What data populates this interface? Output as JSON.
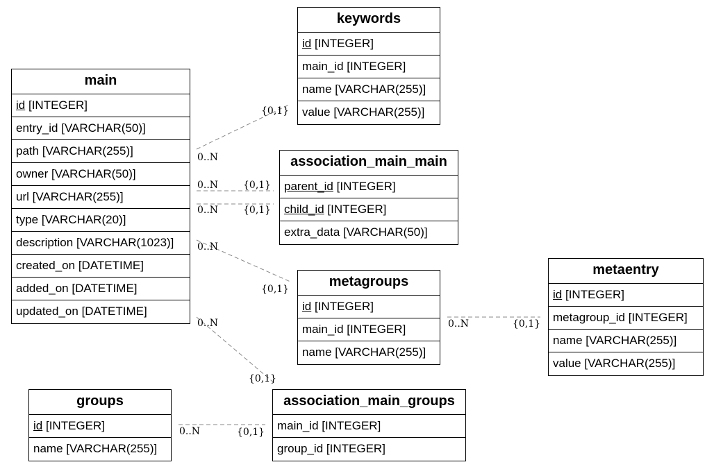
{
  "entities": {
    "main": {
      "title": "main",
      "columns": [
        {
          "name": "id",
          "type": "[INTEGER]",
          "pk": true
        },
        {
          "name": "entry_id",
          "type": "[VARCHAR(50)]",
          "pk": false
        },
        {
          "name": "path",
          "type": "[VARCHAR(255)]",
          "pk": false
        },
        {
          "name": "owner",
          "type": "[VARCHAR(50)]",
          "pk": false
        },
        {
          "name": "url",
          "type": "[VARCHAR(255)]",
          "pk": false
        },
        {
          "name": "type",
          "type": "[VARCHAR(20)]",
          "pk": false
        },
        {
          "name": "description",
          "type": "[VARCHAR(1023)]",
          "pk": false
        },
        {
          "name": "created_on",
          "type": "[DATETIME]",
          "pk": false
        },
        {
          "name": "added_on",
          "type": "[DATETIME]",
          "pk": false
        },
        {
          "name": "updated_on",
          "type": "[DATETIME]",
          "pk": false
        }
      ]
    },
    "keywords": {
      "title": "keywords",
      "columns": [
        {
          "name": "id",
          "type": "[INTEGER]",
          "pk": true
        },
        {
          "name": "main_id",
          "type": "[INTEGER]",
          "pk": false
        },
        {
          "name": "name",
          "type": "[VARCHAR(255)]",
          "pk": false
        },
        {
          "name": "value",
          "type": "[VARCHAR(255)]",
          "pk": false
        }
      ]
    },
    "association_main_main": {
      "title": "association_main_main",
      "columns": [
        {
          "name": "parent_id",
          "type": "[INTEGER]",
          "pk": true
        },
        {
          "name": "child_id",
          "type": "[INTEGER]",
          "pk": true
        },
        {
          "name": "extra_data",
          "type": "[VARCHAR(50)]",
          "pk": false
        }
      ]
    },
    "metagroups": {
      "title": "metagroups",
      "columns": [
        {
          "name": "id",
          "type": "[INTEGER]",
          "pk": true
        },
        {
          "name": "main_id",
          "type": "[INTEGER]",
          "pk": false
        },
        {
          "name": "name",
          "type": "[VARCHAR(255)]",
          "pk": false
        }
      ]
    },
    "metaentry": {
      "title": "metaentry",
      "columns": [
        {
          "name": "id",
          "type": "[INTEGER]",
          "pk": true
        },
        {
          "name": "metagroup_id",
          "type": "[INTEGER]",
          "pk": false
        },
        {
          "name": "name",
          "type": "[VARCHAR(255)]",
          "pk": false
        },
        {
          "name": "value",
          "type": "[VARCHAR(255)]",
          "pk": false
        }
      ]
    },
    "groups": {
      "title": "groups",
      "columns": [
        {
          "name": "id",
          "type": "[INTEGER]",
          "pk": true
        },
        {
          "name": "name",
          "type": "[VARCHAR(255)]",
          "pk": false
        }
      ]
    },
    "association_main_groups": {
      "title": "association_main_groups",
      "columns": [
        {
          "name": "main_id",
          "type": "[INTEGER]",
          "pk": false
        },
        {
          "name": "group_id",
          "type": "[INTEGER]",
          "pk": false
        }
      ]
    }
  },
  "relationships": [
    {
      "from": "main",
      "to": "keywords",
      "from_card": "0..N",
      "to_card": "{0,1}"
    },
    {
      "from": "main",
      "to": "association_main_main",
      "from_card": "0..N",
      "to_card": "{0,1}"
    },
    {
      "from": "main",
      "to": "association_main_main",
      "from_card": "0..N",
      "to_card": "{0,1}"
    },
    {
      "from": "main",
      "to": "metagroups",
      "from_card": "0..N",
      "to_card": "{0,1}"
    },
    {
      "from": "main",
      "to": "association_main_groups",
      "from_card": "0..N",
      "to_card": "{0,1}"
    },
    {
      "from": "metagroups",
      "to": "metaentry",
      "from_card": "0..N",
      "to_card": "{0,1}"
    },
    {
      "from": "groups",
      "to": "association_main_groups",
      "from_card": "0..N",
      "to_card": "{0,1}"
    }
  ],
  "colors": {
    "edge": "#888888",
    "border": "#000000"
  }
}
